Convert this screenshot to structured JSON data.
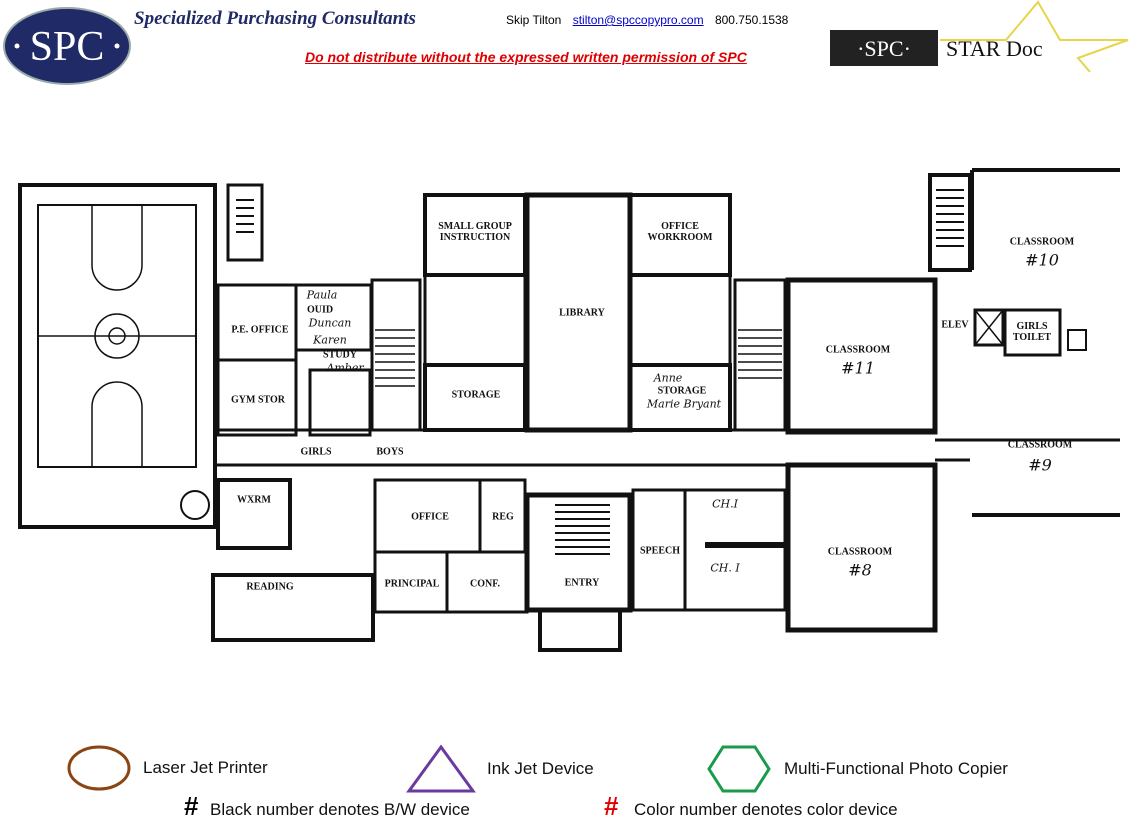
{
  "header": {
    "logo_text": "SPC",
    "company": "Specialized Purchasing Consultants",
    "contact_name": "Skip Tilton",
    "contact_email": "stilton@spccopypro.com",
    "contact_phone": "800.750.1538",
    "warning": "Do not distribute without the expressed written permission of SPC",
    "star_doc_logo": "SPC STAR Doc"
  },
  "floor_plan": {
    "rooms": {
      "pe_office": "P.E. OFFICE",
      "gym_stor": "GYM STOR",
      "ouid": "OUID",
      "study": "STUDY",
      "small_group": "SMALL GROUP INSTRUCTION",
      "library": "LIBRARY",
      "office_workroom": "OFFICE WORKROOM",
      "storage_left": "STORAGE",
      "storage_right": "STORAGE",
      "classroom_11": "CLASSROOM",
      "classroom_10": "CLASSROOM",
      "classroom_9": "CLASSROOM",
      "classroom_8": "CLASSROOM",
      "elev": "ELEV",
      "girls_toilet": "GIRLS TOILET",
      "wxrm": "WXRM",
      "reading": "READING",
      "office": "OFFICE",
      "reg": "REG",
      "principal": "PRINCIPAL",
      "conf": "CONF.",
      "entry": "ENTRY",
      "speech": "SPEECH",
      "ch1_top": "CH.I",
      "ch1_bottom": "CH. I",
      "girls": "GIRLS",
      "boys": "BOYS"
    },
    "handwritten": {
      "paula": "Paula",
      "duncan": "Duncan",
      "karen": "Karen",
      "amber": "Amber",
      "num_11": "#11",
      "num_10": "#10",
      "num_9": "#9",
      "num_8": "#8",
      "anne": "Anne",
      "marie": "Marie Bryant"
    }
  },
  "legend": {
    "laser": "Laser Jet Printer",
    "inkjet": "Ink Jet Device",
    "mfp": "Multi-Functional Photo Copier",
    "hash": "#",
    "bw": "Black number denotes B/W device",
    "color": "Color number denotes color device",
    "colors": {
      "laser": "#8b4513",
      "inkjet": "#6a3aa0",
      "mfp": "#1a9a4a",
      "color_hash": "#e00000"
    }
  }
}
